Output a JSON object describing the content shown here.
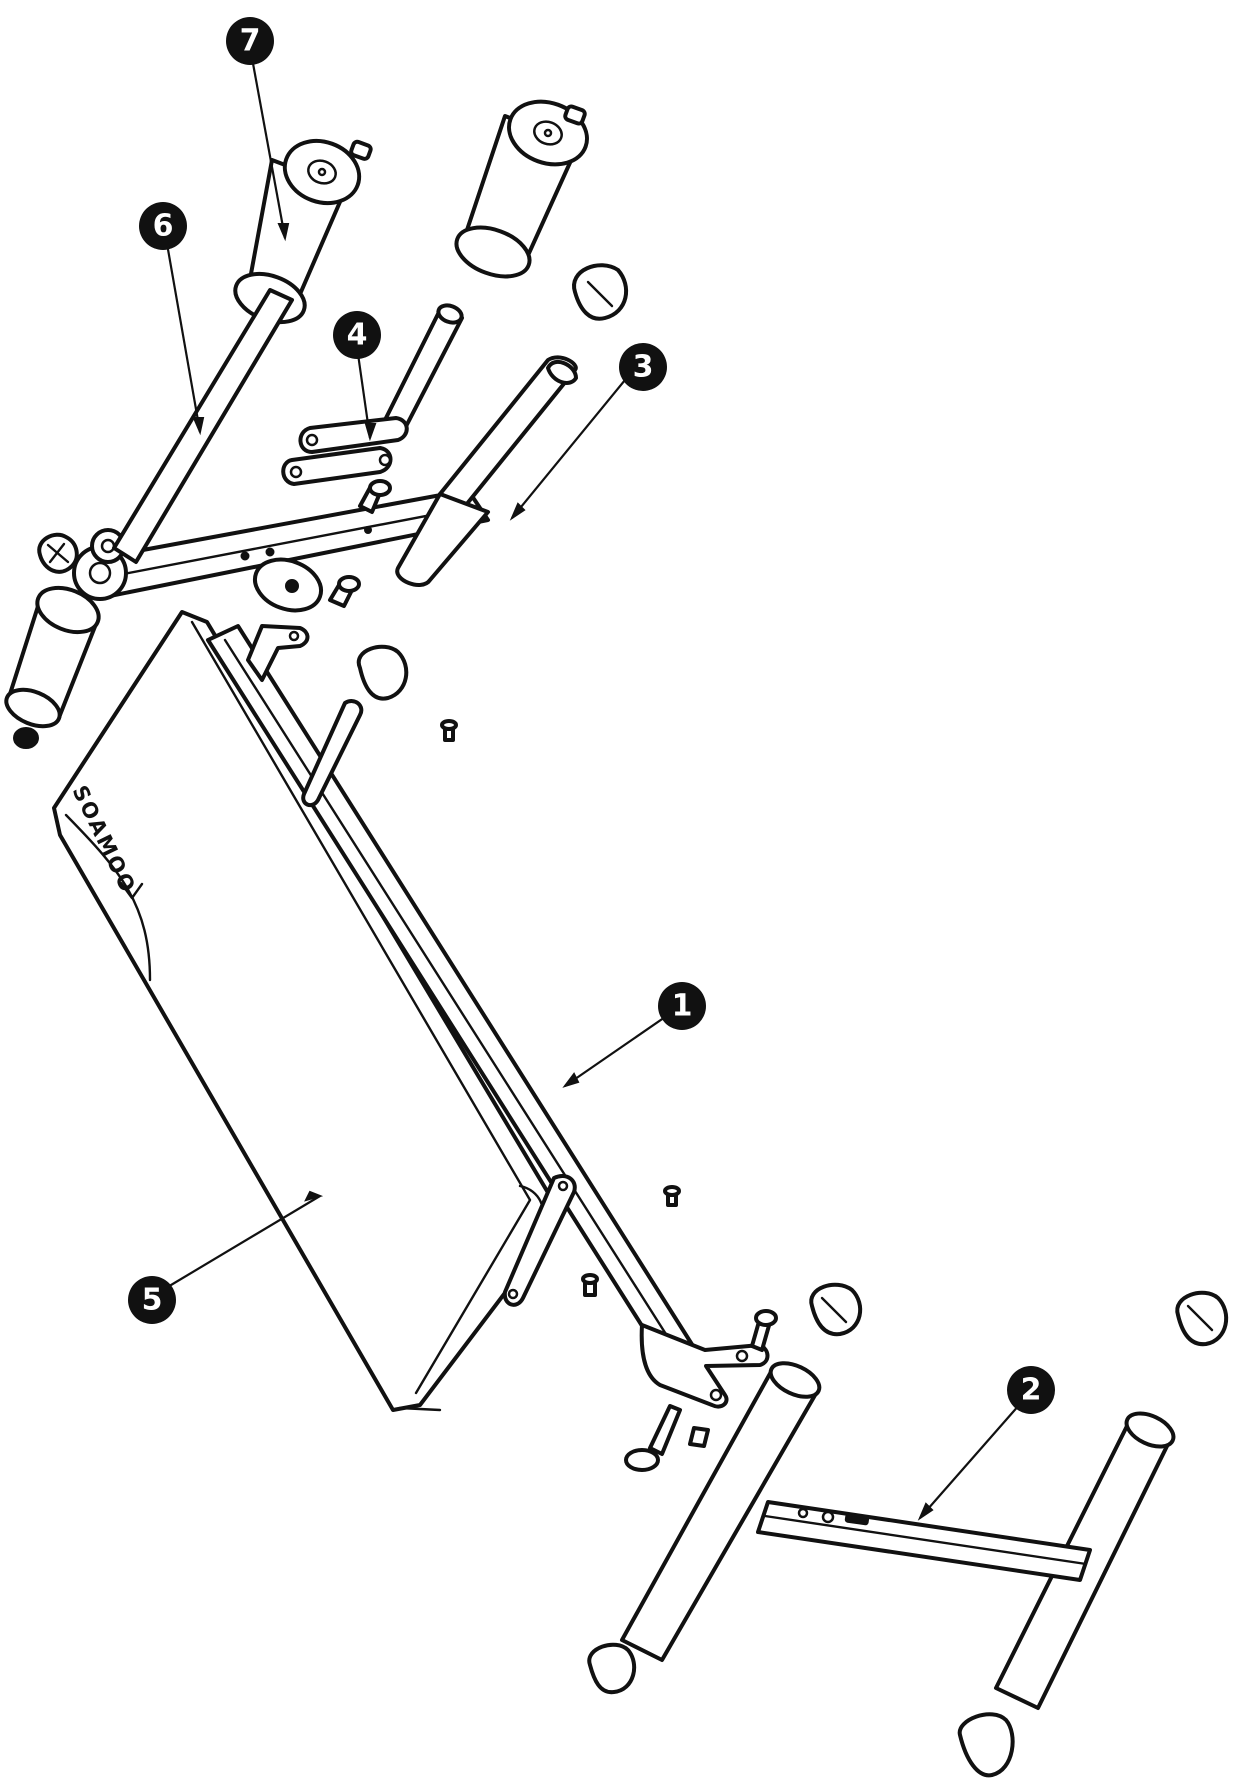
{
  "diagram": {
    "type": "exploded-assembly",
    "brand_text": "SOAMOO",
    "callouts": [
      {
        "id": "callout-1",
        "label": "1"
      },
      {
        "id": "callout-2",
        "label": "2"
      },
      {
        "id": "callout-3",
        "label": "3"
      },
      {
        "id": "callout-4",
        "label": "4"
      },
      {
        "id": "callout-5",
        "label": "5"
      },
      {
        "id": "callout-6",
        "label": "6"
      },
      {
        "id": "callout-7",
        "label": "7"
      }
    ]
  },
  "colors": {
    "line": "#111111",
    "background": "#ffffff",
    "callout_fill": "#111111",
    "callout_text": "#ffffff"
  }
}
